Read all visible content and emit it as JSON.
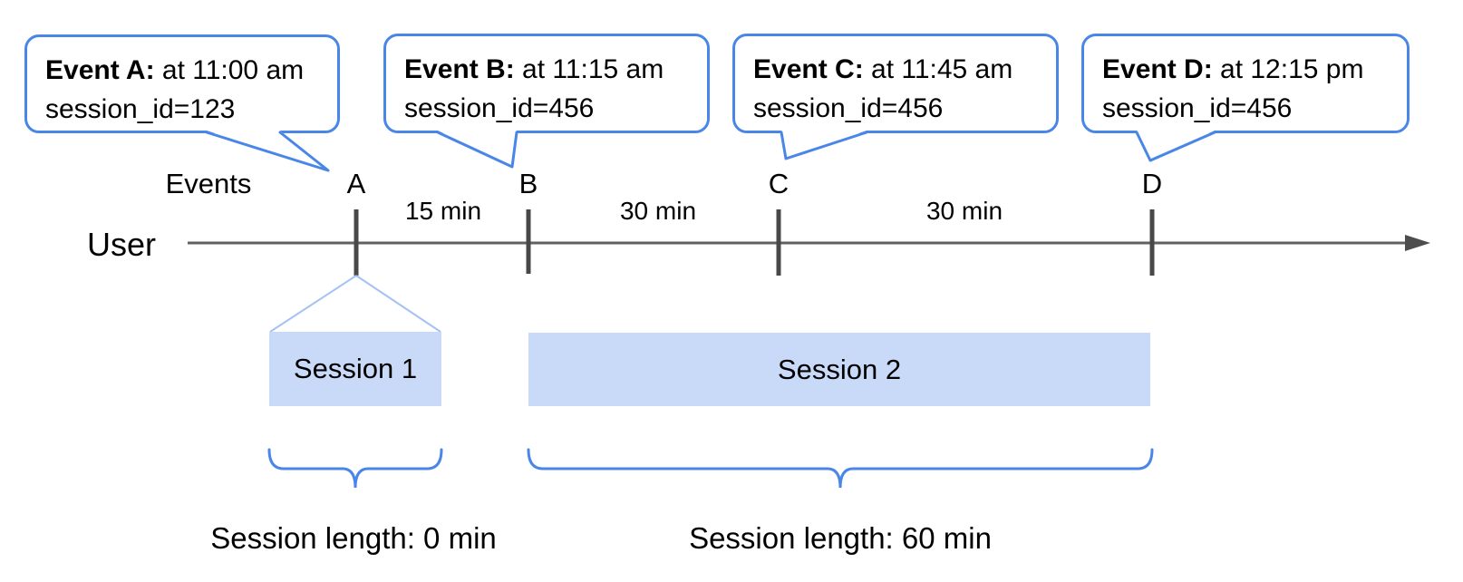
{
  "diagram": {
    "callouts": [
      {
        "bold": "Event A:",
        "text": " at 11:00 am",
        "line2": "session_id=123"
      },
      {
        "bold": "Event B:",
        "text": " at 11:15 am",
        "line2": "session_id=456"
      },
      {
        "bold": "Event C:",
        "text": " at 11:45 am",
        "line2": "session_id=456"
      },
      {
        "bold": "Event D:",
        "text": " at 12:15 pm",
        "line2": "session_id=456"
      }
    ],
    "axis": {
      "events_label": "Events",
      "user_label": "User",
      "markers": [
        "A",
        "B",
        "C",
        "D"
      ],
      "intervals": [
        "15 min",
        "30 min",
        "30 min"
      ]
    },
    "sessions": [
      {
        "label": "Session 1",
        "length": "Session length: 0 min"
      },
      {
        "label": "Session 2",
        "length": "Session length: 60 min"
      }
    ],
    "colors": {
      "callout_border": "#4a86e8",
      "brace": "#4a86e8",
      "session_fill": "#c9daf8",
      "funnel_line": "#a4c2f4",
      "timeline_line": "#616161",
      "tick": "#484848",
      "text": "#000000"
    }
  }
}
